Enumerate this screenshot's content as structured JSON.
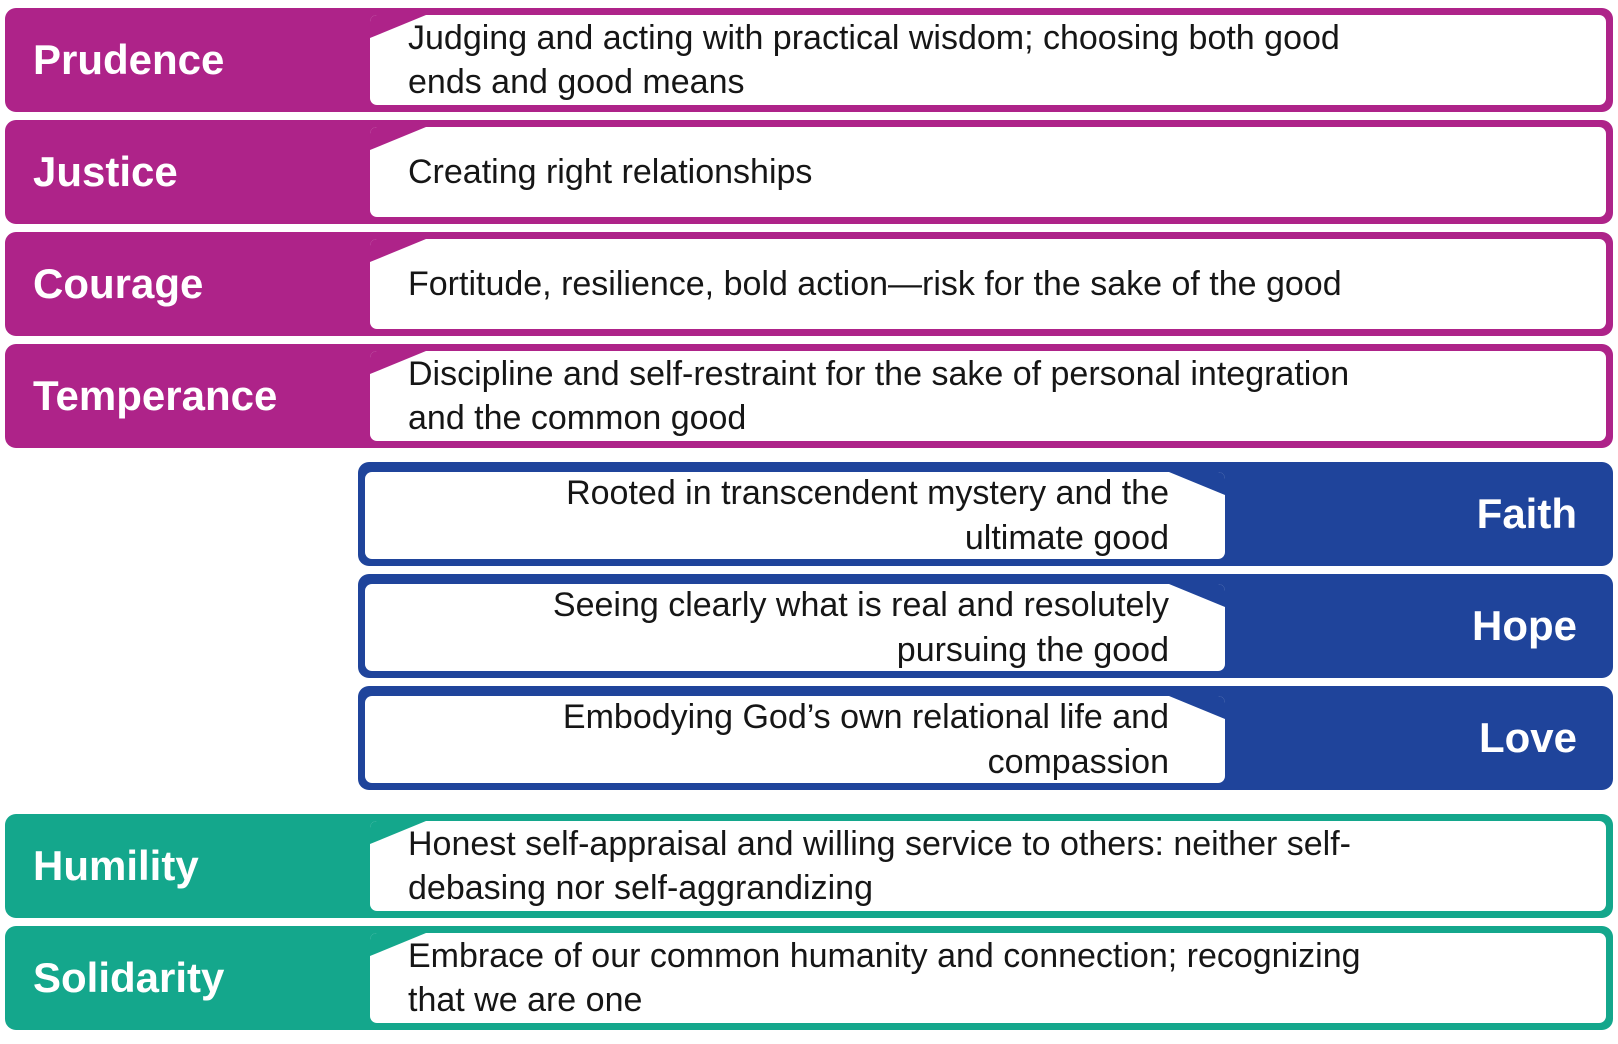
{
  "colors": {
    "cardinal": "#AE2389",
    "theological": "#1F449B",
    "communal": "#14A78C",
    "box_background": "#FFFFFF",
    "label_text": "#FFFFFF",
    "description_text": "#161616"
  },
  "rows": [
    {
      "label": "Prudence",
      "description": "Judging and acting with practical wisdom; choosing both good\nends and good means",
      "group": "cardinal",
      "side": "left",
      "group_start": true
    },
    {
      "label": "Justice",
      "description": "Creating right relationships",
      "group": "cardinal",
      "side": "left",
      "group_start": false
    },
    {
      "label": "Courage",
      "description": "Fortitude, resilience, bold action—risk for the sake of the good",
      "group": "cardinal",
      "side": "left",
      "group_start": false
    },
    {
      "label": "Temperance",
      "description": "Discipline and self-restraint for the sake of personal integration\nand the common good",
      "group": "cardinal",
      "side": "left",
      "group_start": false
    },
    {
      "label": "Faith",
      "description": "Rooted in transcendent mystery and the\nultimate good",
      "group": "theological",
      "side": "right",
      "group_start": true
    },
    {
      "label": "Hope",
      "description": "Seeing clearly what is real and resolutely\npursuing the good",
      "group": "theological",
      "side": "right",
      "group_start": false
    },
    {
      "label": "Love",
      "description": "Embodying God’s own relational life and\ncompassion",
      "group": "theological",
      "side": "right",
      "group_start": false
    },
    {
      "label": "Humility",
      "description": "Honest self-appraisal and willing service to others: neither self-\ndebasing nor self-aggrandizing",
      "group": "communal",
      "side": "left",
      "group_start": true
    },
    {
      "label": "Solidarity",
      "description": "Embrace of our common humanity and connection; recognizing\nthat we are one",
      "group": "communal",
      "side": "left",
      "group_start": false
    }
  ]
}
